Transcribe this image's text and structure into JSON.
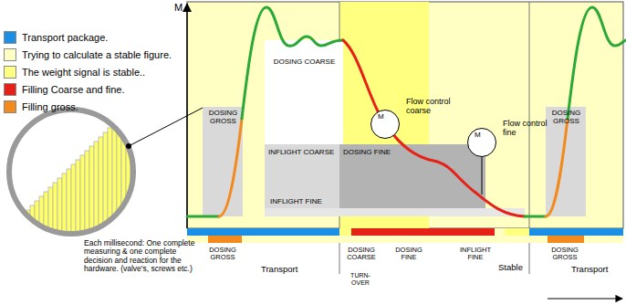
{
  "diagram": {
    "nodes": [
      {
        "text": [
          "DOSING GROSS"
        ]
      },
      {
        "text": [
          "DOSING COARSE"
        ]
      },
      {
        "text": [
          "INFLIGHT COARSE"
        ]
      },
      {
        "text": [
          "DOSING FINE"
        ]
      },
      {
        "text": [
          "M",
          "Flow control coarse"
        ]
      },
      {
        "text": [
          "INFLIGHT FINE"
        ]
      },
      {
        "text": [
          "M",
          "Flow control fine"
        ]
      },
      {
        "text": [
          "DOSING GROSS"
        ]
      }
    ],
    "labels": [
      "M",
      "DOSING GROSS",
      "Transport",
      "DOSING COARSE",
      "DOSING FINE",
      "INFLIGHT FINE",
      "TURN- OVER",
      "Stable",
      "DOSING GROSS",
      "Transport",
      "Each millisecond: One complete measuring & one complete decision and reaction for the hardware. (valve's, screws etc.)"
    ],
    "legend": [
      {
        "text": "Transport package.",
        "color": "#1b8fe3"
      },
      {
        "text": "Trying to calculate a stable figure.",
        "color": "#ffffc4"
      },
      {
        "text": "The weight signal is stable..",
        "color": "#ffff80"
      },
      {
        "text": "Filling Coarse and fine.",
        "color": "#e62117"
      },
      {
        "text": "Filling gross.",
        "color": "#f28a1e"
      }
    ]
  }
}
